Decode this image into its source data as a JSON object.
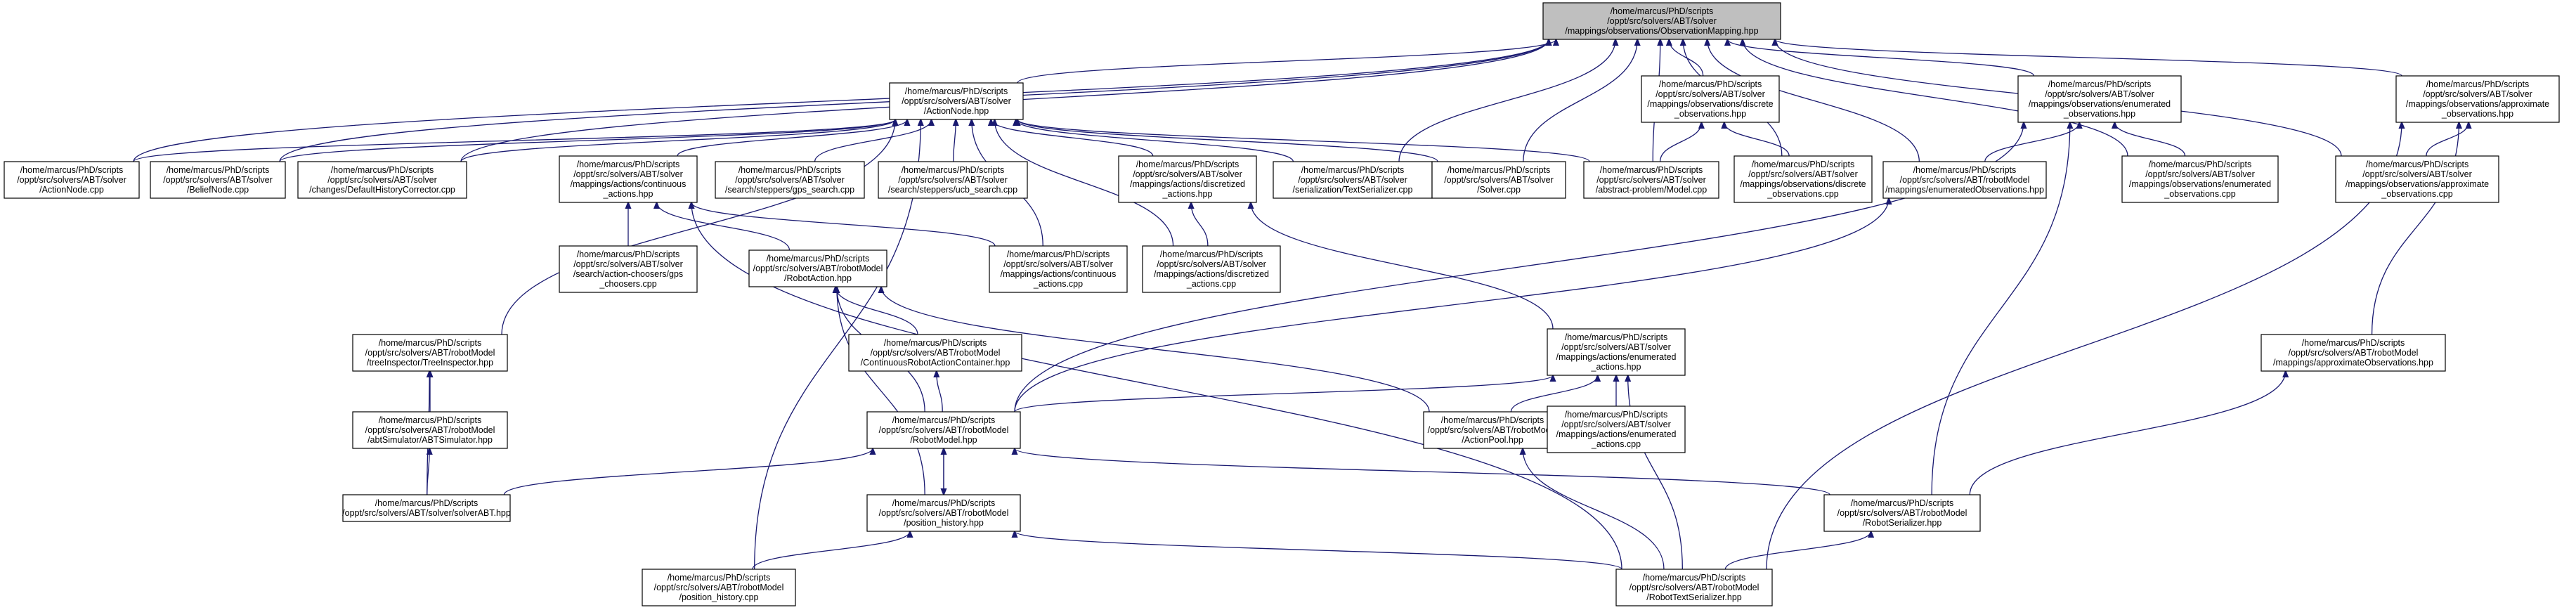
{
  "graph": {
    "title": "",
    "edge_color": "#191970",
    "root_fill": "#bfbfbf",
    "node_fill": "#ffffff",
    "nodes": [
      {
        "id": "root",
        "lines": [
          "/home/marcus/PhD/scripts",
          "/oppt/src/solvers/ABT/solver",
          "/mappings/observations/ObservationMapping.hpp"
        ],
        "root": true
      },
      {
        "id": "actionnode_hpp",
        "lines": [
          "/home/marcus/PhD/scripts",
          "/oppt/src/solvers/ABT/solver",
          "/ActionNode.hpp"
        ]
      },
      {
        "id": "discrete_obs_hpp",
        "lines": [
          "/home/marcus/PhD/scripts",
          "/oppt/src/solvers/ABT/solver",
          "/mappings/observations/discrete",
          "_observations.hpp"
        ]
      },
      {
        "id": "enum_obs_hpp",
        "lines": [
          "/home/marcus/PhD/scripts",
          "/oppt/src/solvers/ABT/solver",
          "/mappings/observations/enumerated",
          "_observations.hpp"
        ]
      },
      {
        "id": "approx_obs_hpp",
        "lines": [
          "/home/marcus/PhD/scripts",
          "/oppt/src/solvers/ABT/solver",
          "/mappings/observations/approximate",
          "_observations.hpp"
        ]
      },
      {
        "id": "actionnode_cpp",
        "lines": [
          "/home/marcus/PhD/scripts",
          "/oppt/src/solvers/ABT/solver",
          "/ActionNode.cpp"
        ]
      },
      {
        "id": "beliefnode_cpp",
        "lines": [
          "/home/marcus/PhD/scripts",
          "/oppt/src/solvers/ABT/solver",
          "/BeliefNode.cpp"
        ]
      },
      {
        "id": "defaulthist_cpp",
        "lines": [
          "/home/marcus/PhD/scripts",
          "/oppt/src/solvers/ABT/solver",
          "/changes/DefaultHistoryCorrector.cpp"
        ]
      },
      {
        "id": "cont_actions_hpp",
        "lines": [
          "/home/marcus/PhD/scripts",
          "/oppt/src/solvers/ABT/solver",
          "/mappings/actions/continuous",
          "_actions.hpp"
        ]
      },
      {
        "id": "gps_search_cpp",
        "lines": [
          "/home/marcus/PhD/scripts",
          "/oppt/src/solvers/ABT/solver",
          "/search/steppers/gps_search.cpp"
        ]
      },
      {
        "id": "ucb_search_cpp",
        "lines": [
          "/home/marcus/PhD/scripts",
          "/oppt/src/solvers/ABT/solver",
          "/search/steppers/ucb_search.cpp"
        ]
      },
      {
        "id": "disc_actions_hpp",
        "lines": [
          "/home/marcus/PhD/scripts",
          "/oppt/src/solvers/ABT/solver",
          "/mappings/actions/discretized",
          "_actions.hpp"
        ]
      },
      {
        "id": "textserializer_cpp",
        "lines": [
          "/home/marcus/PhD/scripts",
          "/oppt/src/solvers/ABT/solver",
          "/serialization/TextSerializer.cpp"
        ]
      },
      {
        "id": "solver_cpp",
        "lines": [
          "/home/marcus/PhD/scripts",
          "/oppt/src/solvers/ABT/solver",
          "/Solver.cpp"
        ]
      },
      {
        "id": "model_cpp",
        "lines": [
          "/home/marcus/PhD/scripts",
          "/oppt/src/solvers/ABT/solver",
          "/abstract-problem/Model.cpp"
        ]
      },
      {
        "id": "discrete_obs_cpp",
        "lines": [
          "/home/marcus/PhD/scripts",
          "/oppt/src/solvers/ABT/solver",
          "/mappings/observations/discrete",
          "_observations.cpp"
        ]
      },
      {
        "id": "enum_obs_rm_hpp",
        "lines": [
          "/home/marcus/PhD/scripts",
          "/oppt/src/solvers/ABT/robotModel",
          "/mappings/enumeratedObservations.hpp"
        ]
      },
      {
        "id": "enum_obs_cpp",
        "lines": [
          "/home/marcus/PhD/scripts",
          "/oppt/src/solvers/ABT/solver",
          "/mappings/observations/enumerated",
          "_observations.cpp"
        ]
      },
      {
        "id": "approx_obs_cpp",
        "lines": [
          "/home/marcus/PhD/scripts",
          "/oppt/src/solvers/ABT/solver",
          "/mappings/observations/approximate",
          "_observations.cpp"
        ]
      },
      {
        "id": "gps_choosers_cpp",
        "lines": [
          "/home/marcus/PhD/scripts",
          "/oppt/src/solvers/ABT/solver",
          "/search/action-choosers/gps",
          "_choosers.cpp"
        ]
      },
      {
        "id": "robotaction_hpp",
        "lines": [
          "/home/marcus/PhD/scripts",
          "/oppt/src/solvers/ABT/robotModel",
          "/RobotAction.hpp"
        ]
      },
      {
        "id": "cont_actions_cpp",
        "lines": [
          "/home/marcus/PhD/scripts",
          "/oppt/src/solvers/ABT/solver",
          "/mappings/actions/continuous",
          "_actions.cpp"
        ]
      },
      {
        "id": "disc_actions_cpp",
        "lines": [
          "/home/marcus/PhD/scripts",
          "/oppt/src/solvers/ABT/solver",
          "/mappings/actions/discretized",
          "_actions.cpp"
        ]
      },
      {
        "id": "treeinspector_hpp",
        "lines": [
          "/home/marcus/PhD/scripts",
          "/oppt/src/solvers/ABT/robotModel",
          "/treeInspector/TreeInspector.hpp"
        ]
      },
      {
        "id": "controbotcontainer_hpp",
        "lines": [
          "/home/marcus/PhD/scripts",
          "/oppt/src/solvers/ABT/robotModel",
          "/ContinuousRobotActionContainer.hpp"
        ]
      },
      {
        "id": "enum_actions_hpp",
        "lines": [
          "/home/marcus/PhD/scripts",
          "/oppt/src/solvers/ABT/solver",
          "/mappings/actions/enumerated",
          "_actions.hpp"
        ]
      },
      {
        "id": "approxobservations_hpp",
        "lines": [
          "/home/marcus/PhD/scripts",
          "/oppt/src/solvers/ABT/robotModel",
          "/mappings/approximateObservations.hpp"
        ]
      },
      {
        "id": "abtsimulator_hpp",
        "lines": [
          "/home/marcus/PhD/scripts",
          "/oppt/src/solvers/ABT/robotModel",
          "/abtSimulator/ABTSimulator.hpp"
        ]
      },
      {
        "id": "robotmodel_hpp",
        "lines": [
          "/home/marcus/PhD/scripts",
          "/oppt/src/solvers/ABT/robotModel",
          "/RobotModel.hpp"
        ]
      },
      {
        "id": "actionpool_hpp",
        "lines": [
          "/home/marcus/PhD/scripts",
          "/oppt/src/solvers/ABT/robotModel",
          "/ActionPool.hpp"
        ]
      },
      {
        "id": "enum_actions_cpp",
        "lines": [
          "/home/marcus/PhD/scripts",
          "/oppt/src/solvers/ABT/solver",
          "/mappings/actions/enumerated",
          "_actions.cpp"
        ]
      },
      {
        "id": "solverabt_hpp",
        "lines": [
          "/home/marcus/PhD/scripts",
          "/oppt/src/solvers/ABT/solver/solverABT.hpp"
        ]
      },
      {
        "id": "position_history_hpp",
        "lines": [
          "/home/marcus/PhD/scripts",
          "/oppt/src/solvers/ABT/robotModel",
          "/position_history.hpp"
        ]
      },
      {
        "id": "robotserializer_hpp",
        "lines": [
          "/home/marcus/PhD/scripts",
          "/oppt/src/solvers/ABT/robotModel",
          "/RobotSerializer.hpp"
        ]
      },
      {
        "id": "position_history_cpp",
        "lines": [
          "/home/marcus/PhD/scripts",
          "/oppt/src/solvers/ABT/robotModel",
          "/position_history.cpp"
        ]
      },
      {
        "id": "robottextserializer_hpp",
        "lines": [
          "/home/marcus/PhD/scripts",
          "/oppt/src/solvers/ABT/robotModel",
          "/RobotTextSerializer.hpp"
        ]
      }
    ],
    "edges": [
      [
        "actionnode_hpp",
        "root"
      ],
      [
        "discrete_obs_hpp",
        "root"
      ],
      [
        "enum_obs_hpp",
        "root"
      ],
      [
        "approx_obs_hpp",
        "root"
      ],
      [
        "actionnode_cpp",
        "root"
      ],
      [
        "beliefnode_cpp",
        "root"
      ],
      [
        "defaulthist_cpp",
        "root"
      ],
      [
        "textserializer_cpp",
        "root"
      ],
      [
        "solver_cpp",
        "root"
      ],
      [
        "model_cpp",
        "root"
      ],
      [
        "discrete_obs_cpp",
        "root"
      ],
      [
        "enum_obs_rm_hpp",
        "root"
      ],
      [
        "enum_obs_cpp",
        "root"
      ],
      [
        "approx_obs_cpp",
        "root"
      ],
      [
        "actionnode_cpp",
        "actionnode_hpp"
      ],
      [
        "beliefnode_cpp",
        "actionnode_hpp"
      ],
      [
        "defaulthist_cpp",
        "actionnode_hpp"
      ],
      [
        "cont_actions_hpp",
        "actionnode_hpp"
      ],
      [
        "gps_search_cpp",
        "actionnode_hpp"
      ],
      [
        "ucb_search_cpp",
        "actionnode_hpp"
      ],
      [
        "disc_actions_hpp",
        "actionnode_hpp"
      ],
      [
        "textserializer_cpp",
        "actionnode_hpp"
      ],
      [
        "solver_cpp",
        "actionnode_hpp"
      ],
      [
        "model_cpp",
        "actionnode_hpp"
      ],
      [
        "treeinspector_hpp",
        "actionnode_hpp"
      ],
      [
        "position_history_cpp",
        "actionnode_hpp"
      ],
      [
        "cont_actions_cpp",
        "actionnode_hpp"
      ],
      [
        "disc_actions_cpp",
        "actionnode_hpp"
      ],
      [
        "model_cpp",
        "discrete_obs_hpp"
      ],
      [
        "discrete_obs_cpp",
        "discrete_obs_hpp"
      ],
      [
        "enum_obs_rm_hpp",
        "enum_obs_hpp"
      ],
      [
        "enum_obs_cpp",
        "enum_obs_hpp"
      ],
      [
        "robotmodel_hpp",
        "enum_obs_hpp"
      ],
      [
        "robotserializer_hpp",
        "enum_obs_hpp"
      ],
      [
        "approx_obs_cpp",
        "approx_obs_hpp"
      ],
      [
        "approxobservations_hpp",
        "approx_obs_hpp"
      ],
      [
        "robottextserializer_hpp",
        "approx_obs_hpp"
      ],
      [
        "gps_choosers_cpp",
        "cont_actions_hpp"
      ],
      [
        "robotaction_hpp",
        "cont_actions_hpp"
      ],
      [
        "cont_actions_cpp",
        "cont_actions_hpp"
      ],
      [
        "robottextserializer_hpp",
        "cont_actions_hpp"
      ],
      [
        "disc_actions_cpp",
        "disc_actions_hpp"
      ],
      [
        "enum_actions_hpp",
        "disc_actions_hpp"
      ],
      [
        "robotmodel_hpp",
        "enum_obs_rm_hpp"
      ],
      [
        "controbotcontainer_hpp",
        "robotaction_hpp"
      ],
      [
        "robotmodel_hpp",
        "robotaction_hpp"
      ],
      [
        "actionpool_hpp",
        "robotaction_hpp"
      ],
      [
        "position_history_hpp",
        "robotaction_hpp"
      ],
      [
        "abtsimulator_hpp",
        "treeinspector_hpp"
      ],
      [
        "solverabt_hpp",
        "treeinspector_hpp"
      ],
      [
        "robotmodel_hpp",
        "controbotcontainer_hpp"
      ],
      [
        "robotmodel_hpp",
        "enum_actions_hpp"
      ],
      [
        "actionpool_hpp",
        "enum_actions_hpp"
      ],
      [
        "enum_actions_cpp",
        "enum_actions_hpp"
      ],
      [
        "robottextserializer_hpp",
        "enum_actions_hpp"
      ],
      [
        "robotserializer_hpp",
        "approxobservations_hpp"
      ],
      [
        "solverabt_hpp",
        "abtsimulator_hpp"
      ],
      [
        "solverabt_hpp",
        "robotmodel_hpp"
      ],
      [
        "position_history_hpp",
        "robotmodel_hpp"
      ],
      [
        "robotserializer_hpp",
        "robotmodel_hpp"
      ],
      [
        "robottextserializer_hpp",
        "actionpool_hpp"
      ],
      [
        "robotmodel_hpp",
        "position_history_hpp"
      ],
      [
        "position_history_cpp",
        "position_history_hpp"
      ],
      [
        "robottextserializer_hpp",
        "position_history_hpp"
      ],
      [
        "robottextserializer_hpp",
        "robotserializer_hpp"
      ]
    ]
  }
}
